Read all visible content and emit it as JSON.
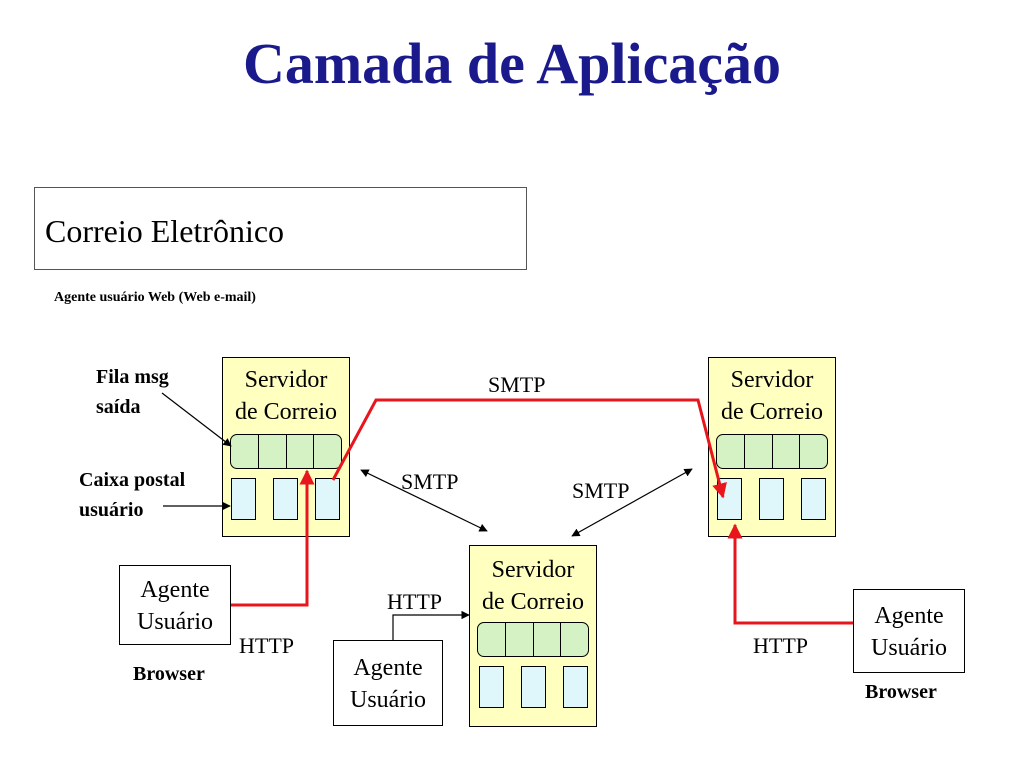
{
  "title": "Camada de Aplicação",
  "topic": "Correio Eletrônico",
  "subtitle": "Agente usuário Web (Web e-mail)",
  "server_label_line1": "Servidor",
  "server_label_line2": "de Correio",
  "agent_label_line1": "Agente",
  "agent_label_line2": "Usuário",
  "labels": {
    "outgoing_queue_line1": "Fila msg",
    "outgoing_queue_line2": "saída",
    "mailbox_line1": "Caixa postal",
    "mailbox_line2": "usuário",
    "smtp": "SMTP",
    "http": "HTTP",
    "browser": "Browser"
  },
  "colors": {
    "title": "#1a1a8c",
    "server_fill": "#ffffc0",
    "queue_fill": "#d4f2c4",
    "mailbox_fill": "#dff6fb",
    "message_path": "#e8161c"
  }
}
